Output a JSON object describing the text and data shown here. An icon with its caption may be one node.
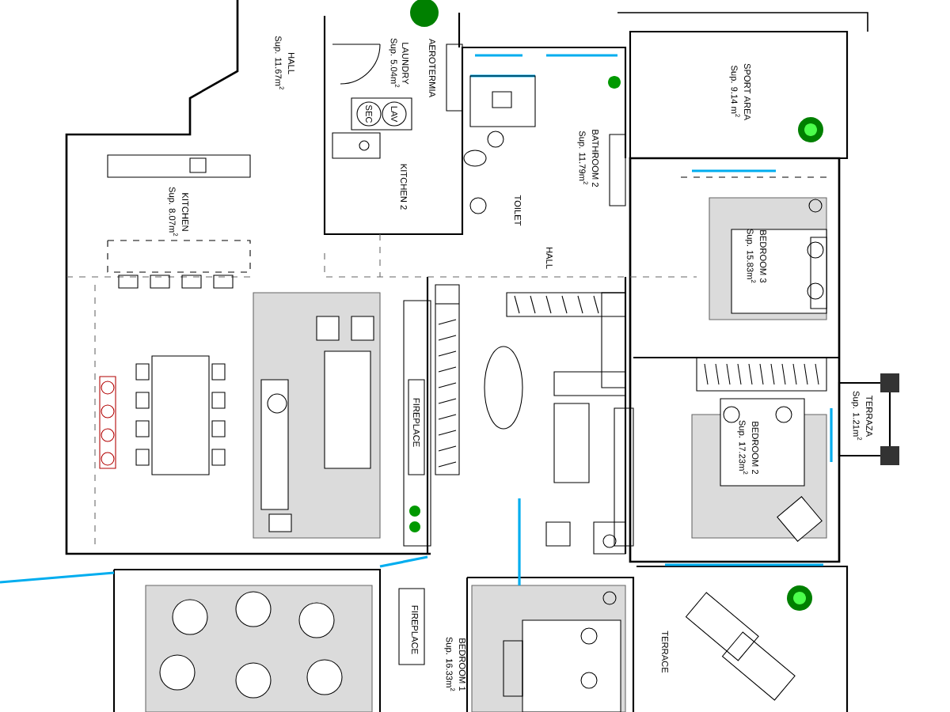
{
  "diagram": {
    "labels": [
      "HALL",
      "Sup. 11.67m$^{2}$",
      "LAUNDRY",
      "Sup. 5.04m$^{2}$",
      "AEROTERMIA",
      "SEC",
      "LAV",
      "KITCHEN 2",
      "BATHROOM 2",
      "Sup. 11.79m$^{2}$",
      "TOILET",
      "HALL",
      "SPORT AREA",
      "Sup. 9.14 m$^{2}$",
      "KITCHEN",
      "Sup. 8.07m$^{2}$",
      "BEDROOM 3",
      "Sup. 15.83m$^{2}$",
      "FIREPLACE",
      "BEDROOM 2",
      "Sup. 17.23m$^{2}$",
      "TERRAZA",
      "Sup. 1.21m$^{2}$",
      "FIREPLACE",
      "BEDROOM 1",
      "Sup. 16.33m$^{2}$",
      "TERRACE"
    ]
  }
}
